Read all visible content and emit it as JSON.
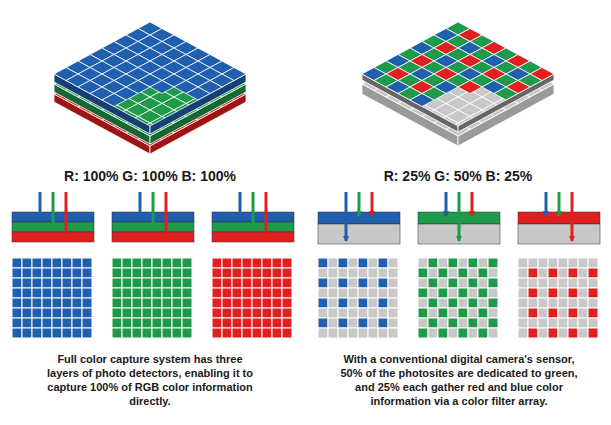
{
  "diagram": {
    "labels": [
      "R: 100% G: 100% B: 100%",
      "R: 25% G: 50% B: 25%",
      "Full color capture system has three layers of photo detectors, enabling it to capture 100% of RGB color information directly.",
      "With a conventional digital camera's sensor, 50% of the photosites are dedicated to green, and 25% each gather red and blue color information via a color filter array."
    ]
  }
}
